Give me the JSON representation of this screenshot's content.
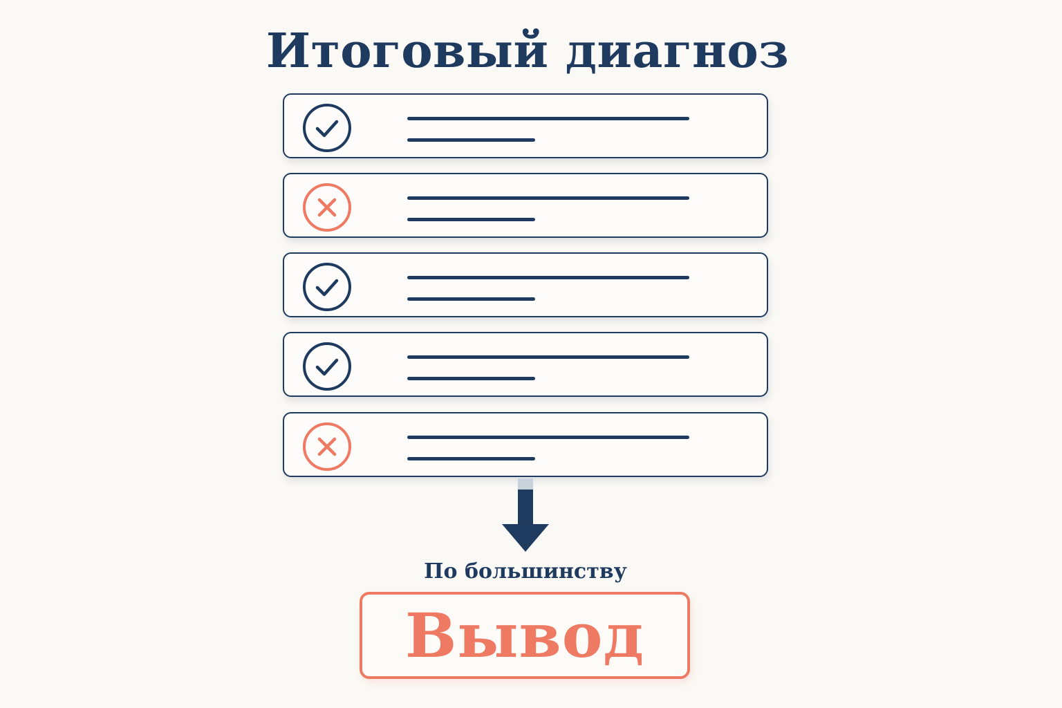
{
  "title": "Итоговый диагноз",
  "rows": [
    {
      "status": "check",
      "icon": "check-circle-icon",
      "color": "#1e3a5f"
    },
    {
      "status": "cross",
      "icon": "x-circle-icon",
      "color": "#ef7a63"
    },
    {
      "status": "check",
      "icon": "check-circle-icon",
      "color": "#1e3a5f"
    },
    {
      "status": "check",
      "icon": "check-circle-icon",
      "color": "#1e3a5f"
    },
    {
      "status": "cross",
      "icon": "x-circle-icon",
      "color": "#ef7a63"
    }
  ],
  "arrow_icon": "down-arrow-icon",
  "subtitle": "По большинству",
  "verdict": "Вывод",
  "colors": {
    "navy": "#1e3a5f",
    "coral": "#ef7a63",
    "background": "#fbf9f5"
  }
}
